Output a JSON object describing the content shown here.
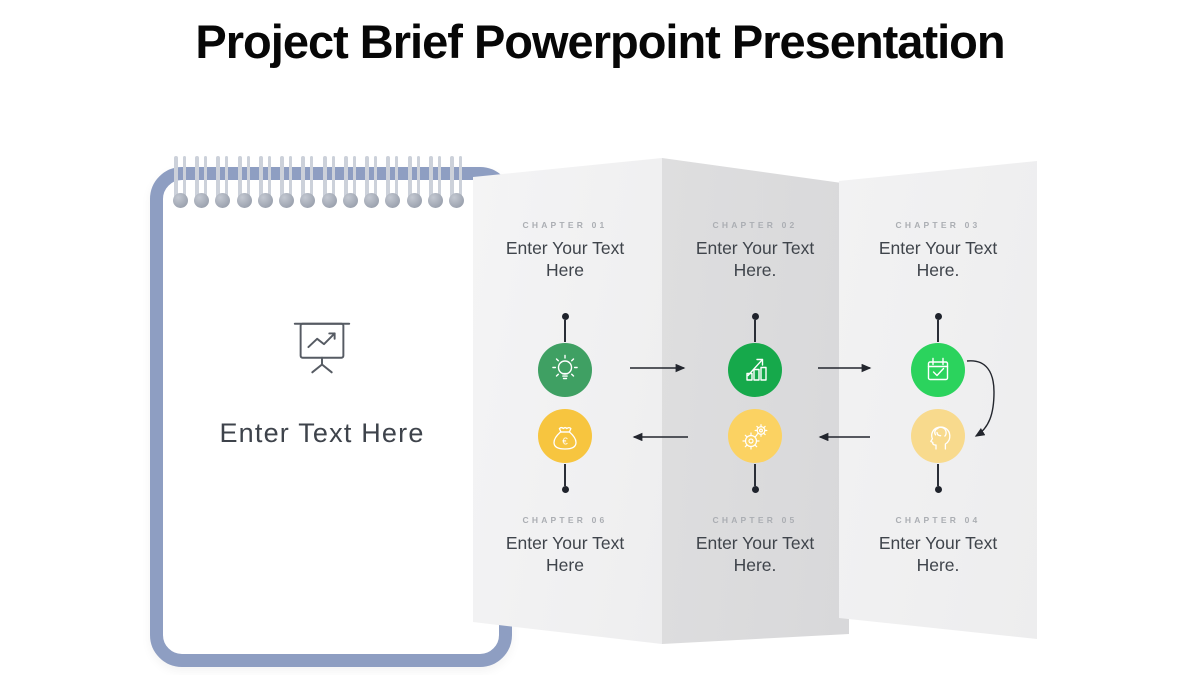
{
  "title": "Project Brief Powerpoint Presentation",
  "notebook": {
    "text": "Enter Text Here",
    "icon": "presentation-chart-icon",
    "border_color": "#8E9EC2"
  },
  "chapters": [
    {
      "label": "CHAPTER 01",
      "text": "Enter Your Text Here",
      "color": "#3FA063",
      "icon": "lightbulb-icon"
    },
    {
      "label": "CHAPTER 02",
      "text": "Enter Your Text Here.",
      "color": "#16A94B",
      "icon": "growth-chart-icon"
    },
    {
      "label": "CHAPTER 03",
      "text": "Enter Your Text Here.",
      "color": "#2BD35D",
      "icon": "calendar-check-icon"
    },
    {
      "label": "CHAPTER 04",
      "text": "Enter Your Text Here.",
      "color": "#F8DA8D",
      "icon": "mind-icon"
    },
    {
      "label": "CHAPTER 05",
      "text": "Enter Your Text Here.",
      "color": "#FBD262",
      "icon": "gears-icon"
    },
    {
      "label": "CHAPTER 06",
      "text": "Enter Your Text Here",
      "color": "#F7C53F",
      "icon": "money-bag-icon"
    }
  ],
  "palette": {
    "connector": "#23262E",
    "panel_light": "#F2F2F3",
    "panel_dark": "#DBDBDD",
    "label_gray": "#ABAEB3",
    "text_dark": "#3F444B"
  }
}
